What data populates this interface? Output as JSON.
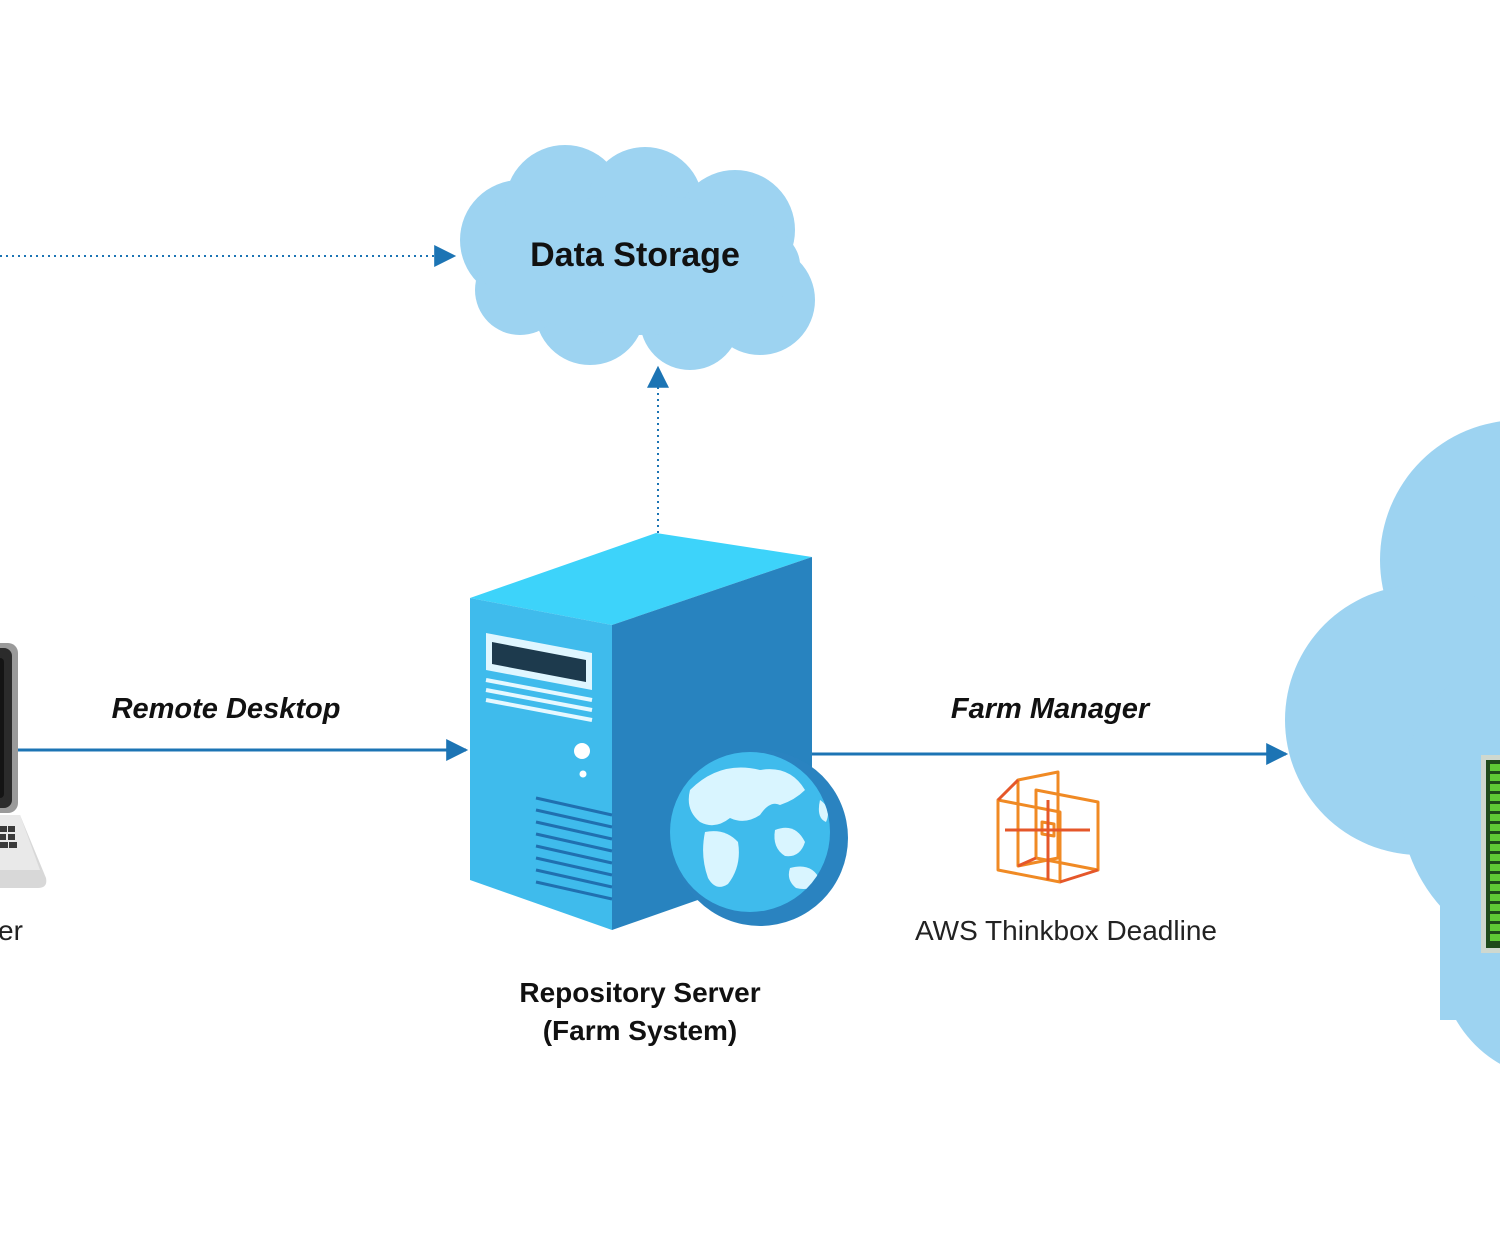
{
  "nodes": {
    "data_storage": {
      "label": "Data Storage"
    },
    "repository_server": {
      "line1": "Repository Server",
      "line2": "(Farm System)"
    },
    "workstation": {
      "label_fragment": "er"
    },
    "deadline": {
      "label": "AWS Thinkbox Deadline"
    }
  },
  "edges": {
    "remote_desktop": {
      "label": "Remote Desktop"
    },
    "farm_manager": {
      "label": "Farm Manager"
    }
  },
  "colors": {
    "cloud": "#9DD3F1",
    "arrow": "#1C74B4",
    "server_front": "#3FBBEC",
    "server_side": "#2883BF",
    "server_top": "#3DD3FA",
    "deadline_orange": "#F08A24"
  }
}
